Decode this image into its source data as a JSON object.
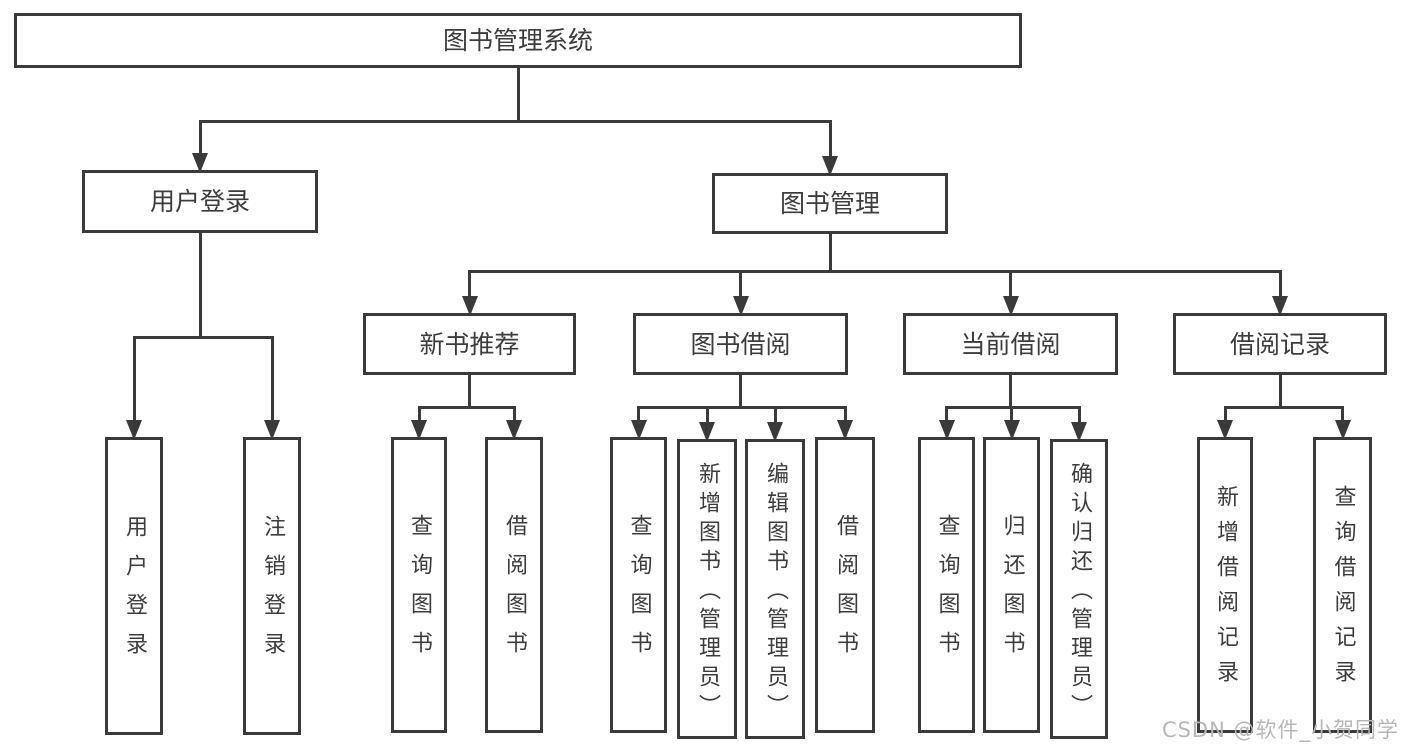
{
  "colors": {
    "line": "#3a3a3a",
    "text": "#3c3c3c",
    "background": "#ffffff",
    "watermark": "#b7b7b7"
  },
  "watermark": "CSDN @软件_小贺同学",
  "tree": {
    "id": "root",
    "label": "图书管理系统",
    "children": [
      {
        "id": "user-login",
        "label": "用户登录",
        "children": [
          {
            "id": "leaf-user-login",
            "label": "用户登录",
            "vertical": true
          },
          {
            "id": "leaf-logout",
            "label": "注销登录",
            "vertical": true
          }
        ]
      },
      {
        "id": "book-mgmt",
        "label": "图书管理",
        "children": [
          {
            "id": "new-book-rec",
            "label": "新书推荐",
            "children": [
              {
                "id": "nb-query",
                "label": "查询图书",
                "vertical": true
              },
              {
                "id": "nb-borrow",
                "label": "借阅图书",
                "vertical": true
              }
            ]
          },
          {
            "id": "book-borrow",
            "label": "图书借阅",
            "children": [
              {
                "id": "bb-query",
                "label": "查询图书",
                "vertical": true
              },
              {
                "id": "bb-add",
                "label": "新增图书（管理员）",
                "vertical": true
              },
              {
                "id": "bb-edit",
                "label": "编辑图书（管理员）",
                "vertical": true
              },
              {
                "id": "bb-borrow",
                "label": "借阅图书",
                "vertical": true
              }
            ]
          },
          {
            "id": "current-borrow",
            "label": "当前借阅",
            "children": [
              {
                "id": "cb-query",
                "label": "查询图书",
                "vertical": true
              },
              {
                "id": "cb-return",
                "label": "归还图书",
                "vertical": true
              },
              {
                "id": "cb-confirm",
                "label": "确认归还（管理员）",
                "vertical": true
              }
            ]
          },
          {
            "id": "borrow-record",
            "label": "借阅记录",
            "children": [
              {
                "id": "br-add",
                "label": "新增借阅记录",
                "vertical": true
              },
              {
                "id": "br-query",
                "label": "查询借阅记录",
                "vertical": true
              }
            ]
          }
        ]
      }
    ]
  }
}
